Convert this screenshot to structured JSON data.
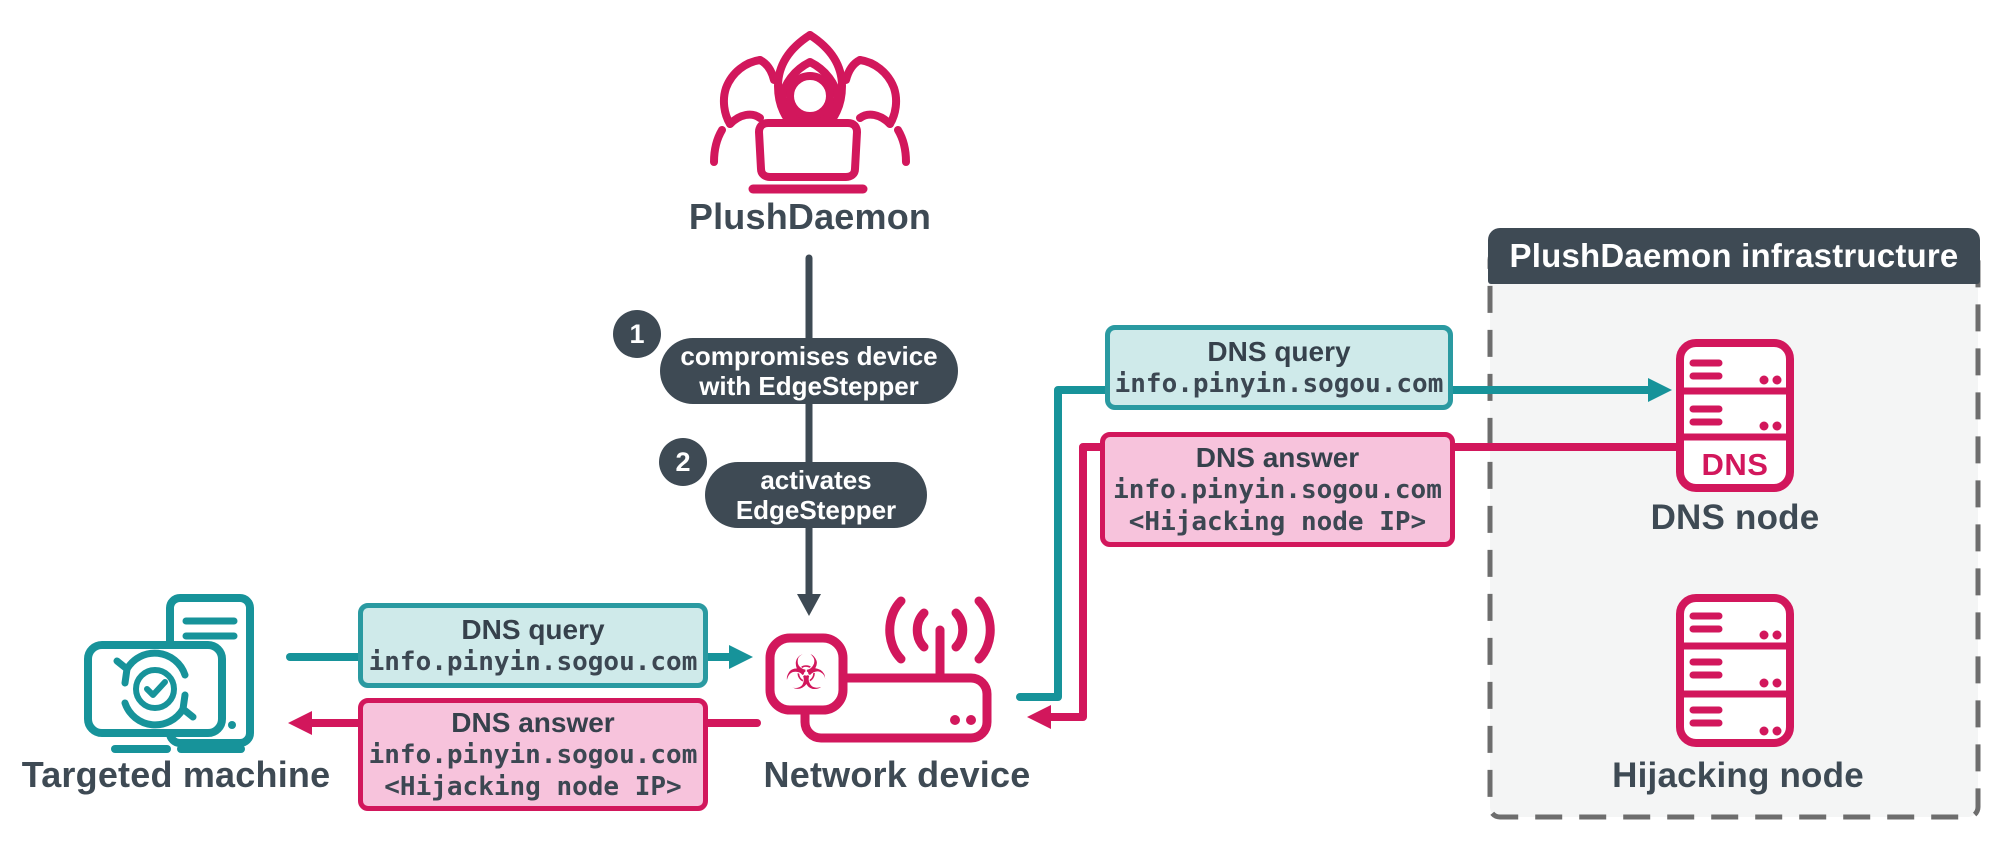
{
  "colors": {
    "pink": "#d2175c",
    "teal": "#17939a",
    "dark_slate": "#3e4a54",
    "teal_fill": "#cfeaea",
    "teal_border": "#2a9aa1",
    "pink_fill": "#f7c3dc",
    "infra_fill": "#f4f5f5",
    "dash_gray": "#6d6d6d",
    "text_dark": "#3c4752"
  },
  "icons": {
    "actor": "hacker-group-icon",
    "targeted_machine": "computer-sync-icon",
    "network_device": "router-biohazard-icon",
    "dns_node": "server-rack-dns-icon",
    "hijacking_node": "server-rack-icon",
    "biohazard_glyph": "☣"
  },
  "actor": {
    "label": "PlushDaemon"
  },
  "steps": [
    {
      "badge": "1",
      "lines": [
        "compromises device",
        "with EdgeStepper"
      ]
    },
    {
      "badge": "2",
      "lines": [
        "activates",
        "EdgeStepper"
      ]
    }
  ],
  "nodes": {
    "targeted_machine": {
      "label": "Targeted machine"
    },
    "network_device": {
      "label": "Network device"
    },
    "dns_node": {
      "label": "DNS node",
      "icon_text": "DNS"
    },
    "hijacking_node": {
      "label": "Hijacking node"
    }
  },
  "infrastructure": {
    "title": "PlushDaemon infrastructure"
  },
  "messages": {
    "query_left": {
      "title": "DNS query",
      "lines": [
        "info.pinyin.sogou.com"
      ]
    },
    "answer_left": {
      "title": "DNS answer",
      "lines": [
        "info.pinyin.sogou.com",
        "<Hijacking node IP>"
      ]
    },
    "query_right": {
      "title": "DNS query",
      "lines": [
        "info.pinyin.sogou.com"
      ]
    },
    "answer_right": {
      "title": "DNS answer",
      "lines": [
        "info.pinyin.sogou.com",
        "<Hijacking node IP>"
      ]
    }
  }
}
